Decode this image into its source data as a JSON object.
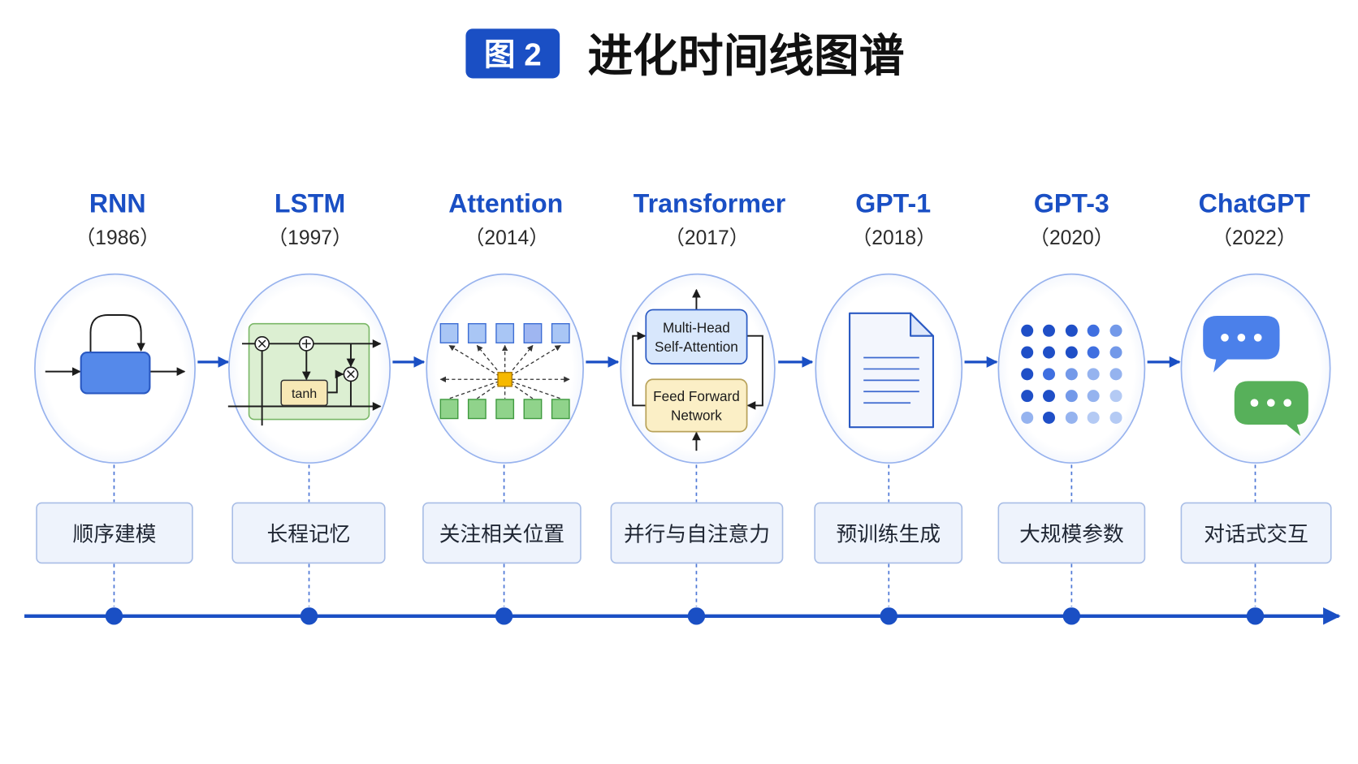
{
  "title": {
    "badge": "图 2",
    "text": "进化时间线图谱"
  },
  "colors": {
    "accent": "#1a4fc4",
    "oval_border": "#98b3ee",
    "label_box": "#eef3fc",
    "lstm_cell": "#dcefd2",
    "attention_focus": "#f6b900",
    "chat_user": "#4b80ea",
    "chat_reply": "#57b05a"
  },
  "stages": [
    {
      "name": "RNN",
      "year": "（1986）",
      "label": "顺序建模",
      "icon": "recurrent-loop-icon"
    },
    {
      "name": "LSTM",
      "year": "（1997）",
      "label": "长程记忆",
      "icon": "lstm-cell-icon",
      "cell_text": "tanh"
    },
    {
      "name": "Attention",
      "year": "（2014）",
      "label": "关注相关位置",
      "icon": "attention-network-icon"
    },
    {
      "name": "Transformer",
      "year": "（2017）",
      "label": "并行与自注意力",
      "icon": "transformer-block-icon",
      "attention_block": [
        "Multi-Head",
        "Self-Attention"
      ],
      "ffn_block": [
        "Feed Forward",
        "Network"
      ]
    },
    {
      "name": "GPT-1",
      "year": "（2018）",
      "label": "预训练生成",
      "icon": "document-icon"
    },
    {
      "name": "GPT-3",
      "year": "（2020）",
      "label": "大规模参数",
      "icon": "parameter-grid-icon"
    },
    {
      "name": "ChatGPT",
      "year": "（2022）",
      "label": "对话式交互",
      "icon": "chat-bubbles-icon"
    }
  ]
}
